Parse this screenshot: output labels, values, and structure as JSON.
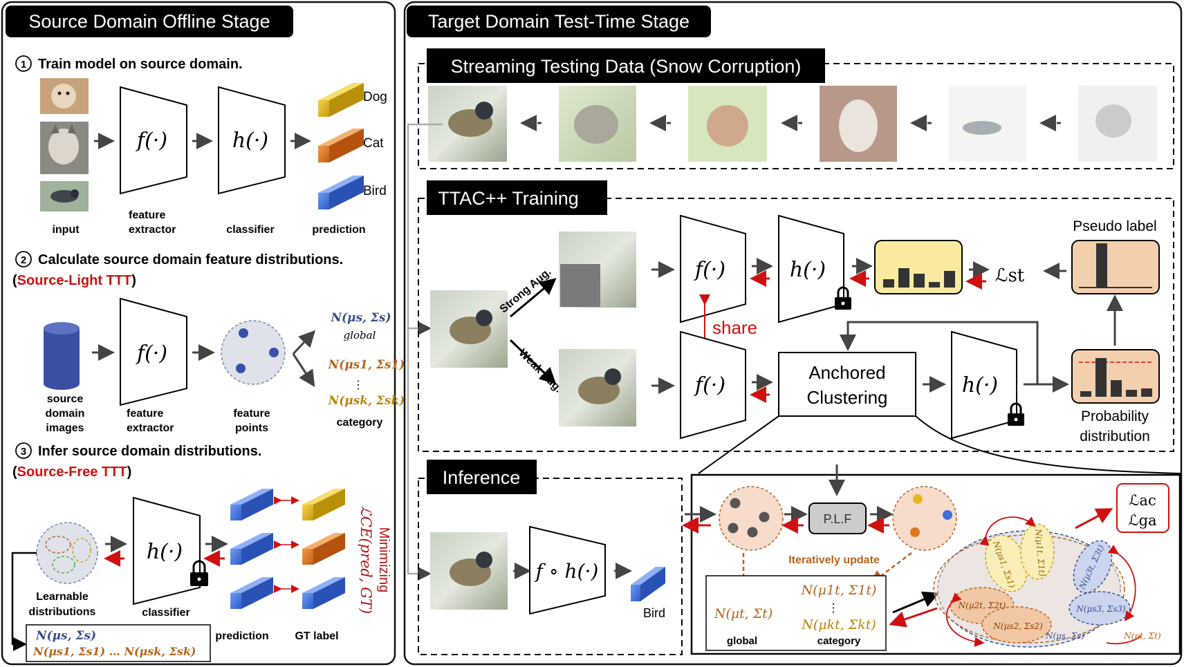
{
  "left": {
    "title": "Source Domain Offline Stage",
    "step1": {
      "num": "1",
      "text": "Train model on source domain."
    },
    "step2": {
      "num": "2",
      "text": "Calculate source domain feature distributions.",
      "paren_open": "(",
      "tag": "Source-Light TTT",
      "paren_close": ")"
    },
    "step3": {
      "num": "3",
      "text": "Infer source domain distributions.",
      "paren_open": "(",
      "tag": "Source-Free TTT",
      "paren_close": ")"
    },
    "f_label": "f(·)",
    "h_label": "h(·)",
    "classes": [
      "Dog",
      "Cat",
      "Bird"
    ],
    "captions1": {
      "input": "input",
      "feat1": "feature",
      "feat2": "extractor",
      "cls": "classifier",
      "pred": "prediction"
    },
    "captions2": {
      "src1": "source",
      "src2": "domain",
      "src3": "images",
      "feat1": "feature",
      "feat2": "extractor",
      "pts1": "feature",
      "pts2": "points",
      "cat": "category"
    },
    "dists": {
      "global": "N(μs, Σs)",
      "global_word": "global",
      "c1": "N(μs1, Σs1)",
      "dots": "⋮",
      "ck": "N(μsk, Σsk)"
    },
    "captions3": {
      "learn1": "Learnable",
      "learn2": "distributions",
      "cls": "classifier",
      "pred": "prediction",
      "gt": "GT label"
    },
    "minimizing": {
      "word": "Minimizing",
      "expr": "ℒCE(pred, GT)"
    },
    "bottom": {
      "line1": "N(μs, Σs)",
      "line2": "N(μs1, Σs1) … N(μsk, Σsk)"
    }
  },
  "right": {
    "title": "Target Domain Test-Time Stage",
    "stream_title": "Streaming Testing Data (Snow Corruption)",
    "train_title": "TTAC++ Training",
    "strong_aug": "Strong Aug.",
    "weak_aug": "Weak Aug.",
    "share": "share",
    "anchored1": "Anchored",
    "anchored2": "Clustering",
    "loss_st": "ℒst",
    "pseudo_label": "Pseudo label",
    "prob1": "Probability",
    "prob2": "distribution",
    "inference_title": "Inference",
    "fh_label": "f ∘ h(·)",
    "bird": "Bird",
    "plf": "P.L.F",
    "iter": "Iteratively update",
    "global_dist": "N(μt, Σt)",
    "global_word": "global",
    "cat_dist1": "N(μ1t, Σ1t)",
    "cat_dots": "⋮",
    "cat_distk": "N(μkt, Σkt)",
    "category_word": "category",
    "loss_ac": "ℒac",
    "loss_ga": "ℒga",
    "ell": {
      "a": "N(μs1, Σs1)",
      "b": "N(μ1t, Σ1t)",
      "c": "N(μ3t, Σ3t)",
      "d": "N(μ2t, Σ2t)",
      "e": "N(μs3, Σs3)",
      "f": "N(μs2, Σs2)",
      "g": "N(μs, Σs)",
      "h": "N(μt, Σt)"
    }
  },
  "colors": {
    "red": "#d01010",
    "yellow": "#e6b820",
    "orange": "#e0781e",
    "blue": "#3f6fd8",
    "navy": "#3a4d8f",
    "gold": "#b8860b",
    "brown": "#b5651d"
  }
}
